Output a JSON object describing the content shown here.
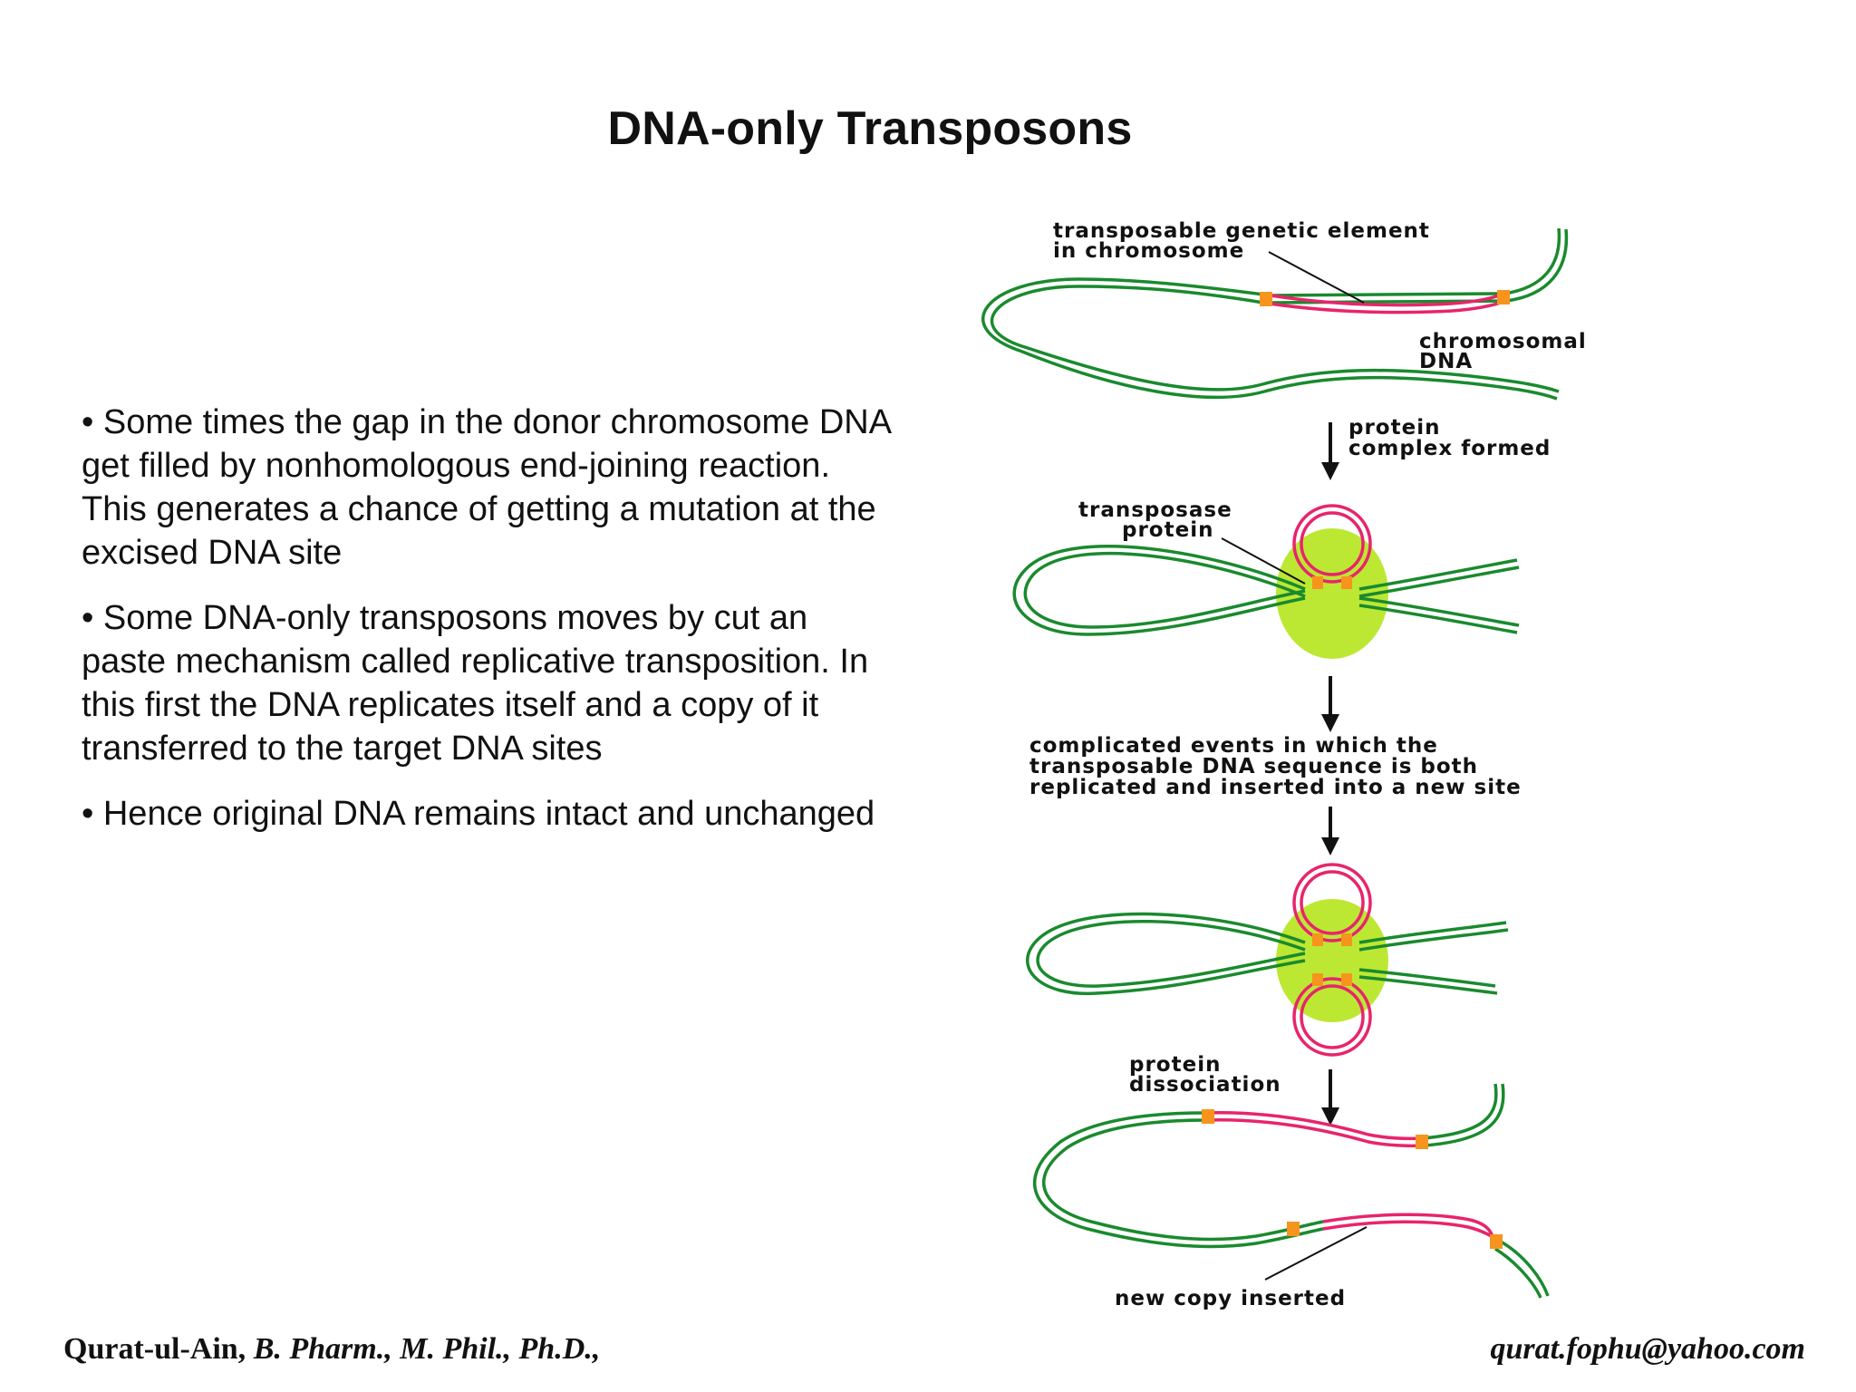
{
  "slide": {
    "title": "DNA-only Transposons",
    "bullets": [
      "• Some times the gap in the donor chromosome DNA get filled by nonhomologous end-joining reaction. This generates a chance of getting a mutation at the excised DNA site",
      "• Some DNA-only transposons moves by cut an paste mechanism called replicative transposition. In this first the DNA replicates itself and a copy of it transferred to the target DNA sites",
      "• Hence original DNA remains intact and unchanged"
    ],
    "footer": {
      "author": "Qurat-ul-Ain, ",
      "credentials": "B. Pharm., M. Phil., Ph.D.,",
      "email": "qurat.fophu@yahoo.com"
    }
  },
  "diagram": {
    "labels": {
      "element_line1": "transposable genetic element",
      "element_line2": "in chromosome",
      "chromosomal_line1": "chromosomal",
      "chromosomal_line2": "DNA",
      "protein_complex_line1": "protein",
      "protein_complex_line2": "complex formed",
      "transposase_line1": "transposase",
      "transposase_line2": "protein",
      "complicated_line1": "complicated events in which the",
      "complicated_line2": "transposable DNA sequence is both",
      "complicated_line3": "replicated and inserted into a new site",
      "dissociation_line1": "protein",
      "dissociation_line2": "dissociation",
      "new_copy": "new copy inserted"
    },
    "colors": {
      "chromosome_dna": "#1a8a2e",
      "transposon": "#e8246c",
      "junction": "#f7941d",
      "transposase": "#b5e61d"
    }
  }
}
